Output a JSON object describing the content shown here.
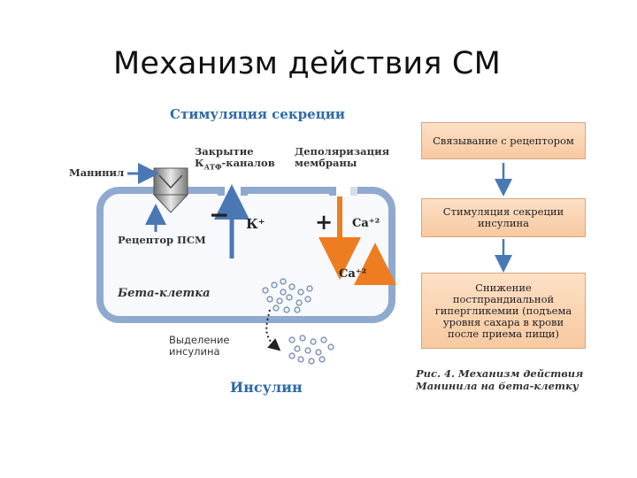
{
  "slide": {
    "title": "Механизм действия СМ"
  },
  "diagram": {
    "header": "Стимуляция секреции",
    "closing_line1": "Закрытие",
    "closing_line2": "К",
    "closing_sub": "АТФ",
    "closing_suffix": "-каналов",
    "depol_line1": "Деполяризация",
    "depol_line2": "мембраны",
    "maninil": "Манинил",
    "receptor": "Рецептор ПСМ",
    "beta_cell": "Бета-клетка",
    "k_plus": "К⁺",
    "minus_sign": "−",
    "plus_sign": "+",
    "ca_in": "Ca⁺²",
    "ca_out": "Ca⁺²",
    "release_line1": "Выделение",
    "release_line2": "инсулина",
    "insulin": "Инсулин"
  },
  "flowchart": {
    "steps": [
      "Связывание с рецептором",
      "Стимуляция секреции инсулина",
      "Снижение постпрандиальной гипергликемии (подъема уровня сахара в крови после приема пищи)"
    ],
    "caption_line1": "Рис. 4. Механизм действия",
    "caption_line2": "Манинила на бета-клетку"
  },
  "colors": {
    "membrane": "#8fa9cf",
    "blue_arrow": "#4a78b5",
    "orange_arrow": "#ee7d22",
    "box_fill": "#fbd6b4",
    "heading_blue": "#2e6aa8"
  }
}
